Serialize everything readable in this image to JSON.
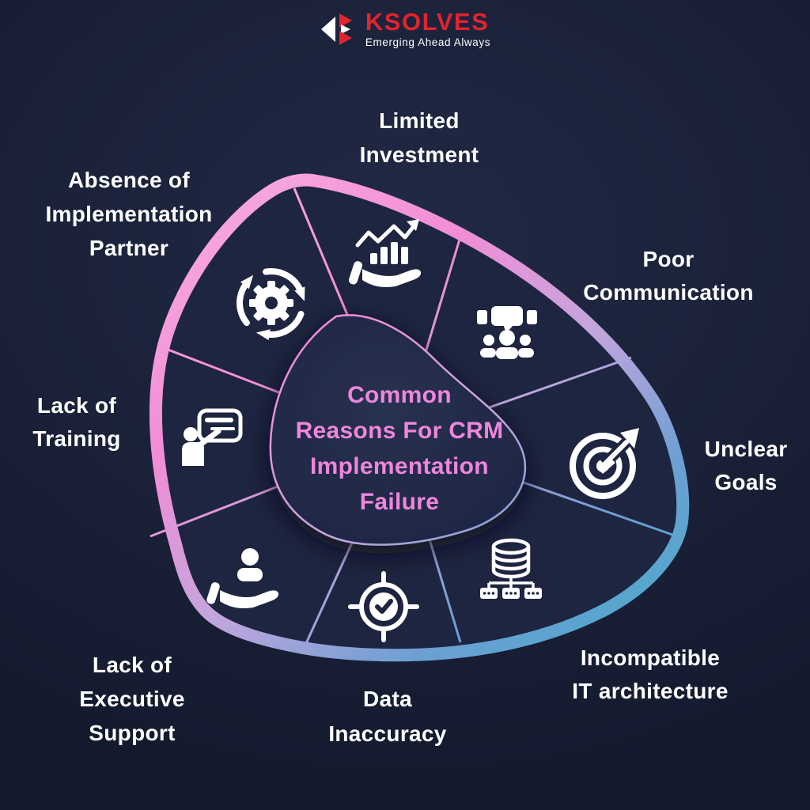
{
  "logo": {
    "brand": "KSOLVES",
    "tagline": "Emerging Ahead Always",
    "brand_color": "#e3232d",
    "icon": "ksolves-triangles-logo-icon"
  },
  "center": {
    "title_lines": [
      "Common",
      "Reasons For CRM",
      "Implementation",
      "Failure"
    ],
    "title_color": "#ee86dc"
  },
  "reasons": [
    {
      "id": "limited-investment",
      "lines": [
        "Limited",
        "Investment"
      ],
      "icon": "hand-growth-chart-icon"
    },
    {
      "id": "absence-of-implementation-partner",
      "lines": [
        "Absence of",
        "Implementation",
        "Partner"
      ],
      "icon": "gear-cycle-icon"
    },
    {
      "id": "poor-communication",
      "lines": [
        "Poor",
        "Communication"
      ],
      "icon": "team-discussion-icon"
    },
    {
      "id": "lack-of-training",
      "lines": [
        "Lack of",
        "Training"
      ],
      "icon": "presenter-board-icon"
    },
    {
      "id": "unclear-goals",
      "lines": [
        "Unclear",
        "Goals"
      ],
      "icon": "target-dart-icon"
    },
    {
      "id": "lack-of-executive-support",
      "lines": [
        "Lack of",
        "Executive",
        "Support"
      ],
      "icon": "hand-person-icon"
    },
    {
      "id": "data-inaccuracy",
      "lines": [
        "Data",
        "Inaccuracy"
      ],
      "icon": "target-check-icon"
    },
    {
      "id": "incompatible-it-architecture",
      "lines": [
        "Incompatible",
        "IT architecture"
      ],
      "icon": "database-network-icon"
    }
  ],
  "colors": {
    "background": "#1a2138",
    "shape_fill": "#1e2541",
    "gradient_pink": "#f59ade",
    "gradient_lavender": "#c3a6dd",
    "gradient_blue": "#49a9c9",
    "icon_white": "#ffffff",
    "title_pink": "#ee86dc"
  }
}
